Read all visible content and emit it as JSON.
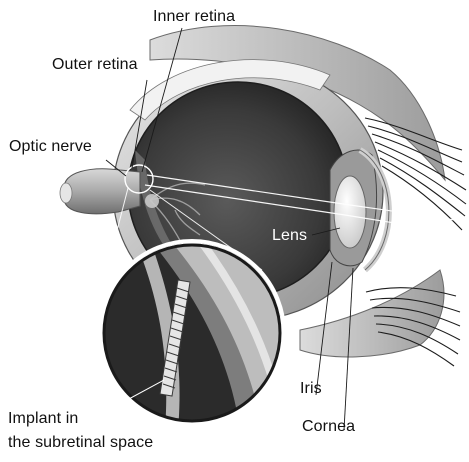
{
  "labels": {
    "inner_retina": "Inner retina",
    "outer_retina": "Outer retina",
    "optic_nerve": "Optic nerve",
    "lens": "Lens",
    "iris": "Iris",
    "cornea": "Cornea",
    "implant_line1": "Implant in",
    "implant_line2": "the subretinal space"
  }
}
